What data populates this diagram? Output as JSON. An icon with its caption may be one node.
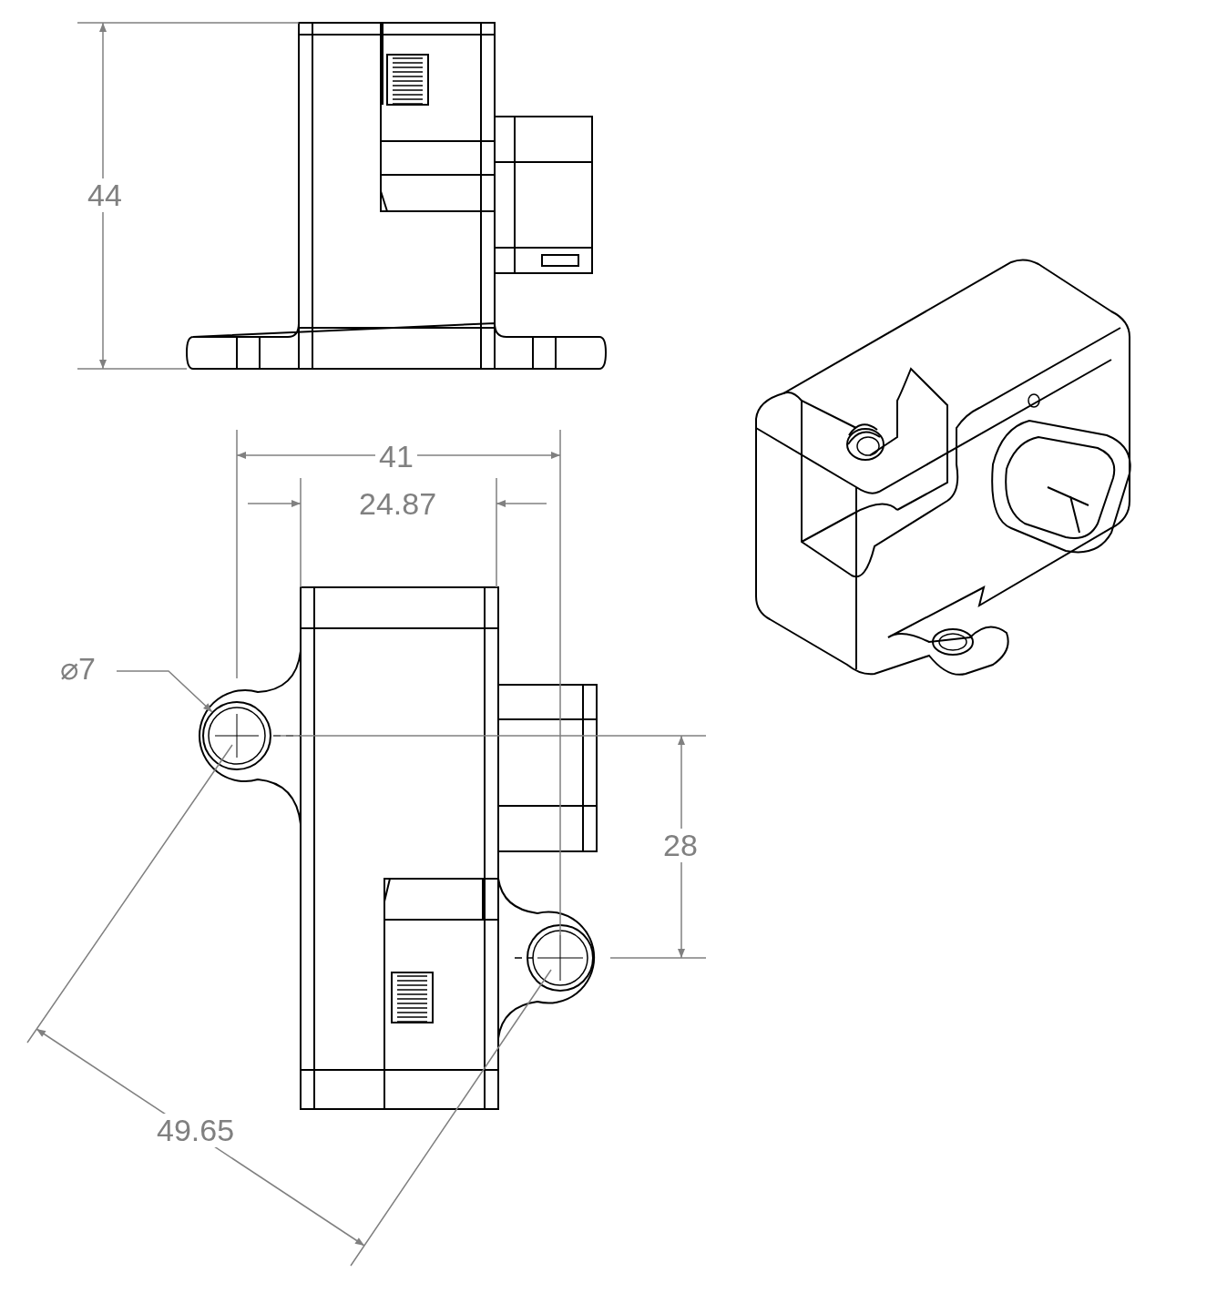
{
  "diagram": {
    "nodes": [
      {
        "text": [
          "⌀7"
        ]
      },
      {
        "text": [],
        "shape": "circle"
      }
    ],
    "edges": [
      {
        "from": 0,
        "to": 1,
        "arrow": "to"
      }
    ],
    "labels": [
      "44",
      "41",
      "24.87",
      "28",
      "49.65"
    ]
  }
}
